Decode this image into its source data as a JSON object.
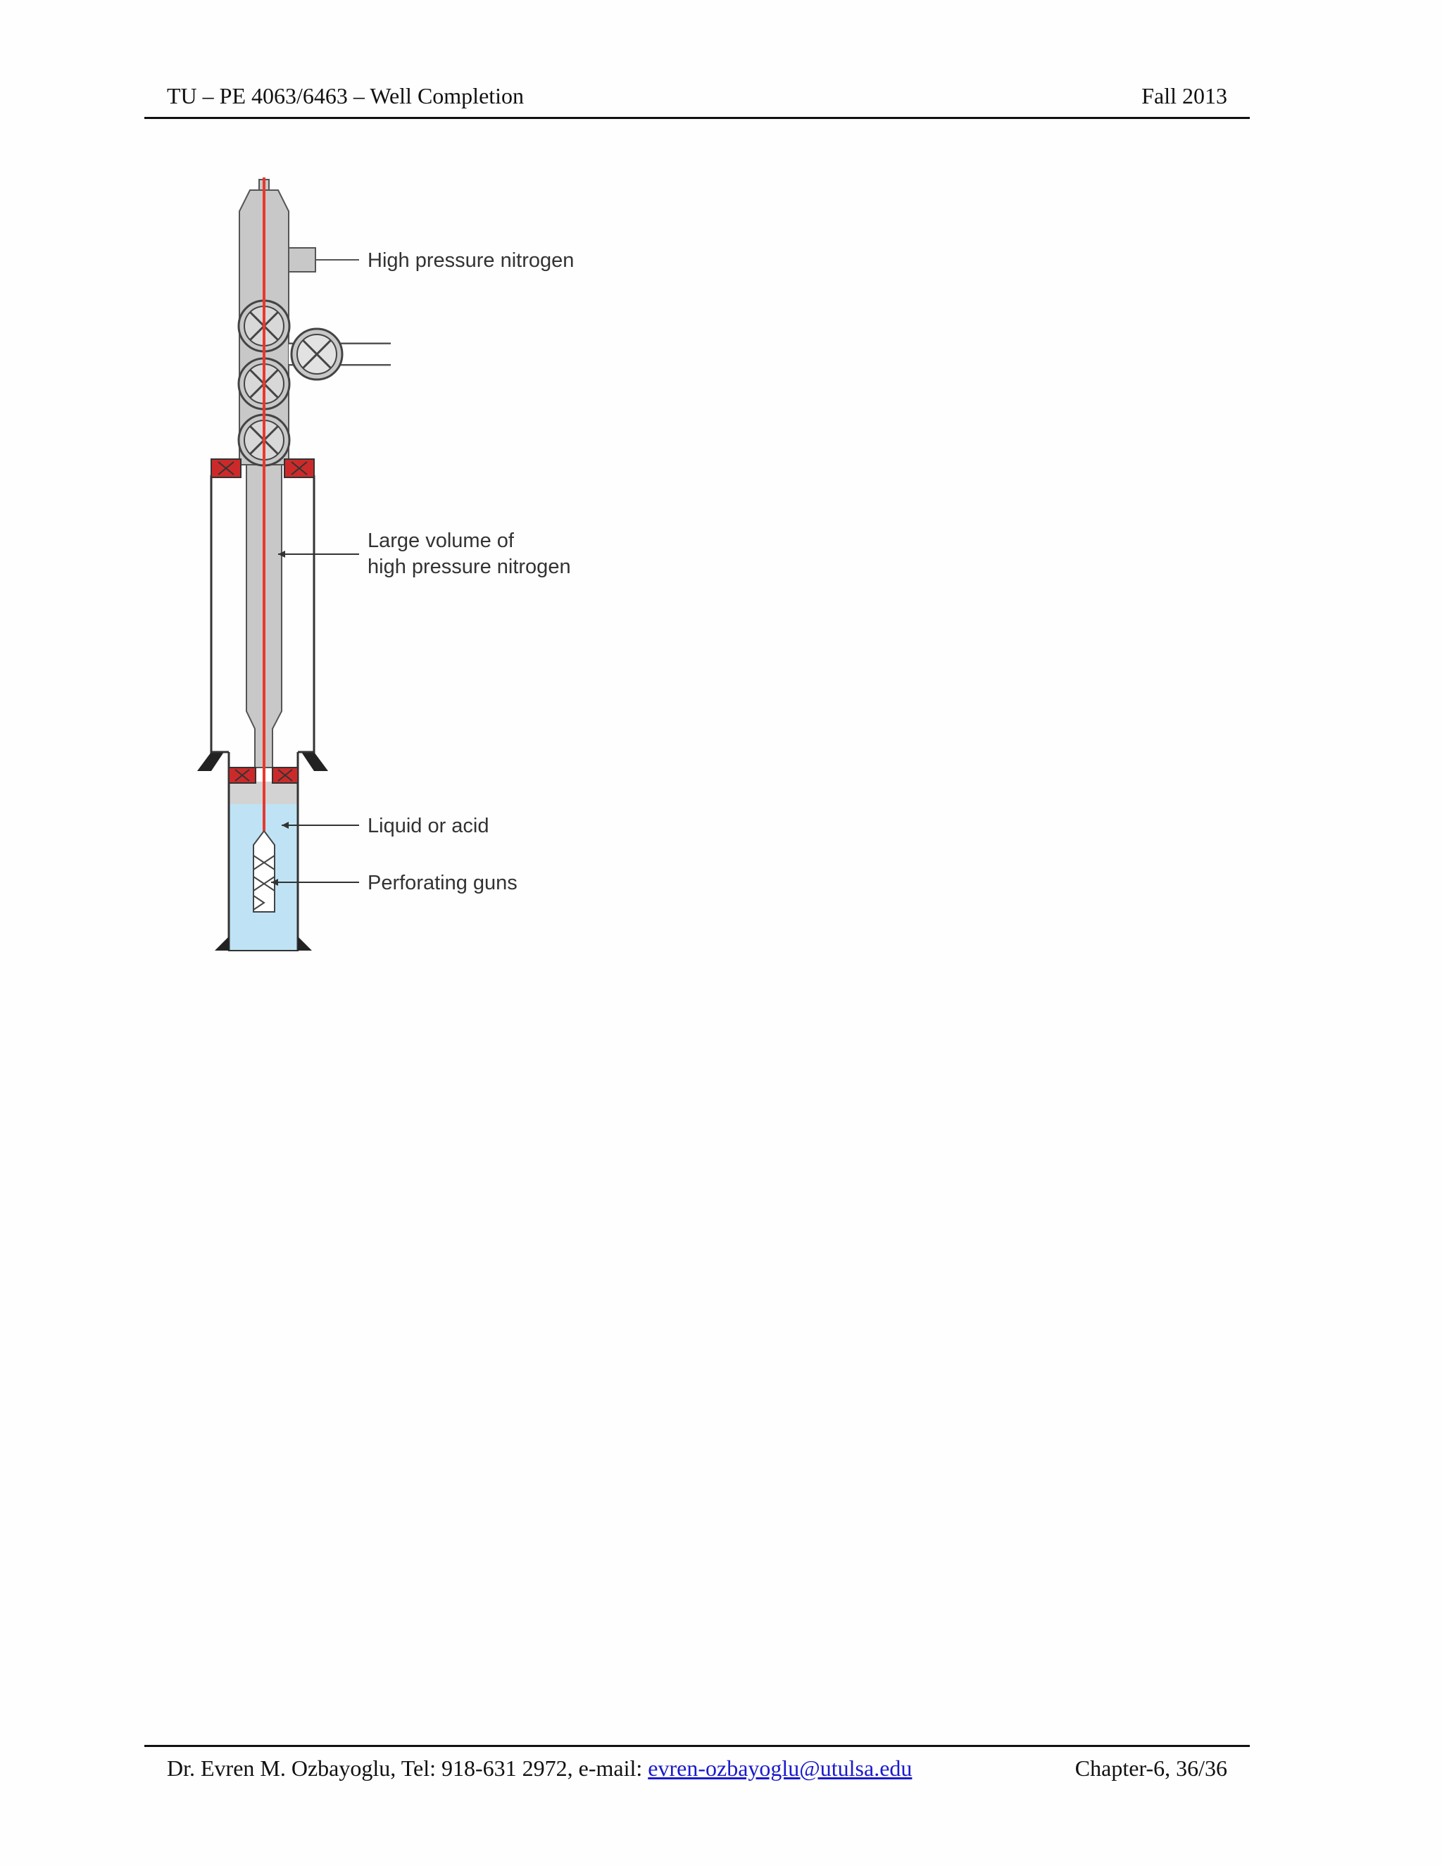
{
  "header": {
    "course": "TU – PE 4063/6463 – Well Completion",
    "term": "Fall 2013"
  },
  "figure": {
    "labels": {
      "nitrogen_inlet": "High pressure nitrogen",
      "large_volume_line1": "Large volume of",
      "large_volume_line2": "high pressure nitrogen",
      "liquid": "Liquid or acid",
      "guns": "Perforating guns"
    },
    "colors": {
      "tubing_fill": "#c8c8c8",
      "wireline": "#e8382e",
      "liquid": "#bfe3f5",
      "flange": "#cc2a2a",
      "line": "#333333"
    }
  },
  "footer": {
    "contact_prefix": "Dr. Evren M. Ozbayoglu, Tel: 918-631 2972, e-mail: ",
    "email": "evren-ozbayoglu@utulsa.edu",
    "page_ref": "Chapter-6, 36/36"
  }
}
